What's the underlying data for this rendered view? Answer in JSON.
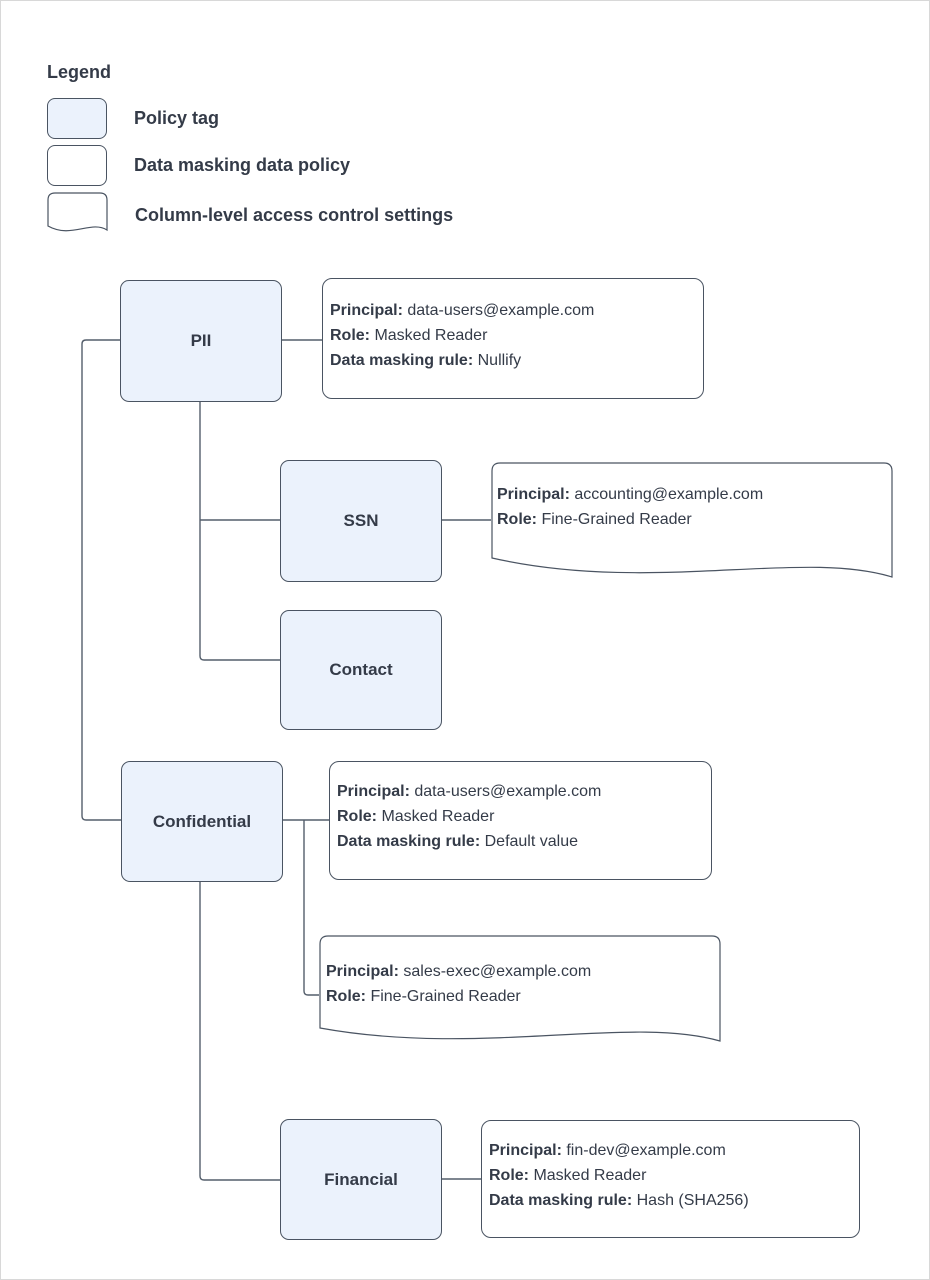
{
  "colors": {
    "policy_tag_fill": "#ebf2fc",
    "shape_stroke": "#4a5462",
    "text": "#343b48",
    "annotation_bg": "#ffffff"
  },
  "legend": {
    "title": "Legend",
    "items": [
      {
        "shape": "policy-tag",
        "label": "Policy tag"
      },
      {
        "shape": "rounded-rect",
        "label": "Data masking data policy"
      },
      {
        "shape": "document",
        "label": "Column-level access control settings"
      }
    ]
  },
  "nodes": {
    "pii": {
      "label": "PII"
    },
    "ssn": {
      "label": "SSN"
    },
    "contact": {
      "label": "Contact"
    },
    "confidential": {
      "label": "Confidential"
    },
    "financial": {
      "label": "Financial"
    }
  },
  "annotations": {
    "pii_policy": {
      "type": "data-masking-policy",
      "lines": [
        {
          "label": "Principal:",
          "value": "data-users@example.com"
        },
        {
          "label": "Role:",
          "value": "Masked Reader"
        },
        {
          "label": "Data masking rule:",
          "value": "Nullify"
        }
      ]
    },
    "ssn_acl": {
      "type": "column-level-access-control",
      "lines": [
        {
          "label": "Principal:",
          "value": "accounting@example.com"
        },
        {
          "label": "Role:",
          "value": "Fine-Grained Reader"
        }
      ]
    },
    "confidential_policy": {
      "type": "data-masking-policy",
      "lines": [
        {
          "label": "Principal:",
          "value": "data-users@example.com"
        },
        {
          "label": "Role:",
          "value": "Masked Reader"
        },
        {
          "label": "Data masking rule:",
          "value": "Default value"
        }
      ]
    },
    "confidential_acl": {
      "type": "column-level-access-control",
      "lines": [
        {
          "label": "Principal:",
          "value": "sales-exec@example.com"
        },
        {
          "label": "Role:",
          "value": "Fine-Grained Reader"
        }
      ]
    },
    "financial_policy": {
      "type": "data-masking-policy",
      "lines": [
        {
          "label": "Principal:",
          "value": "fin-dev@example.com"
        },
        {
          "label": "Role:",
          "value": "Masked Reader"
        },
        {
          "label": "Data masking rule:",
          "value": "Hash (SHA256)"
        }
      ]
    }
  }
}
